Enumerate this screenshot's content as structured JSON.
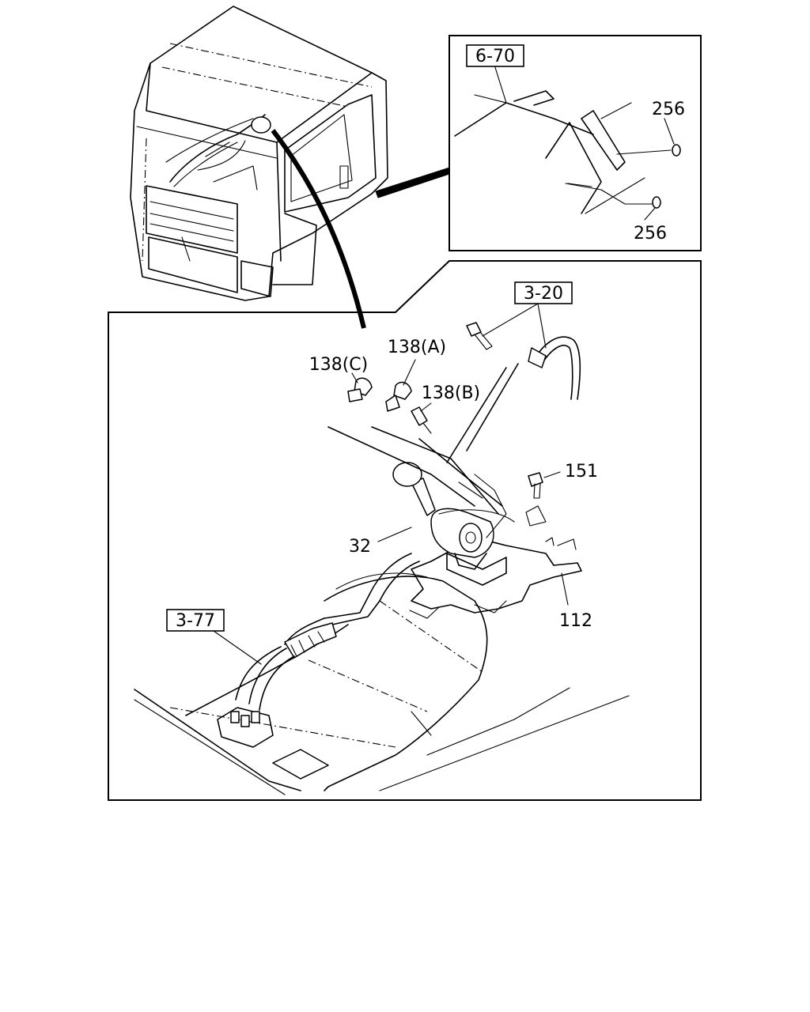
{
  "callouts": {
    "ref_6_70": "6-70",
    "ref_3_20": "3-20",
    "ref_3_77": "3-77",
    "part_256_upper": "256",
    "part_256_lower": "256",
    "part_138_a": "138(A)",
    "part_138_b": "138(B)",
    "part_138_c": "138(C)",
    "part_151": "151",
    "part_32": "32",
    "part_112": "112"
  }
}
